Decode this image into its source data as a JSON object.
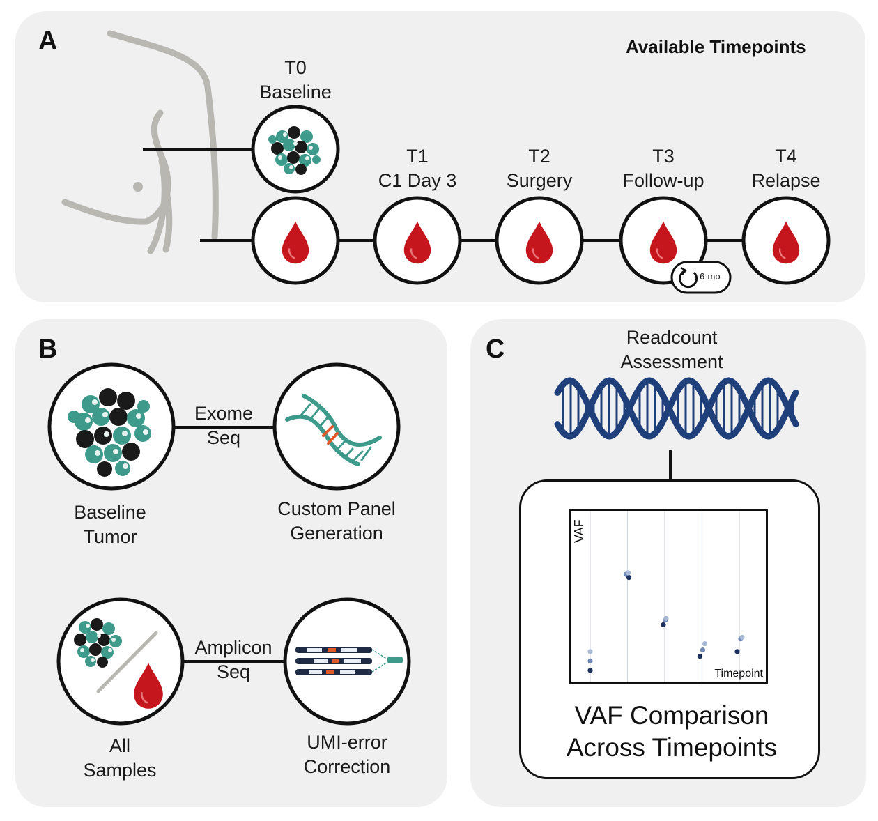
{
  "panel_a": {
    "letter": "A",
    "header": "Available Timepoints",
    "tissue_label": {
      "line1": "T0",
      "line2": "Baseline"
    },
    "timepoints": [
      {
        "id": "T1",
        "name": "C1 Day 3"
      },
      {
        "id": "T2",
        "name": "Surgery"
      },
      {
        "id": "T3",
        "name": "Follow-up"
      },
      {
        "id": "T4",
        "name": "Relapse"
      }
    ],
    "badge": "6-mo",
    "colors": {
      "blood": "#c4161c",
      "tumor_teal": "#3e9b8b",
      "body_outline": "#b9b7b2"
    }
  },
  "panel_b": {
    "letter": "B",
    "exome": {
      "line1": "Exome",
      "line2": "Seq"
    },
    "baseline_tumor": {
      "line1": "Baseline",
      "line2": "Tumor"
    },
    "custom_panel": {
      "line1": "Custom Panel",
      "line2": "Generation"
    },
    "amplicon": {
      "line1": "Amplicon",
      "line2": "Seq"
    },
    "all_samples": {
      "line1": "All",
      "line2": "Samples"
    },
    "umi": {
      "line1": "UMI-error",
      "line2": "Correction"
    }
  },
  "panel_c": {
    "letter": "C",
    "readcount": {
      "line1": "Readcount",
      "line2": "Assessment"
    },
    "ylabel": "VAF",
    "xlabel": "Timepoint",
    "title": {
      "line1": "VAF Comparison",
      "line2": "Across Timepoints"
    },
    "colors": {
      "dna": "#1f3f7a"
    }
  },
  "chart_data": {
    "type": "scatter",
    "xlabel": "Timepoint",
    "ylabel": "VAF",
    "categories": [
      "",
      "",
      "",
      "",
      ""
    ],
    "grid": "vertical",
    "series": [
      {
        "values": [
          0.04,
          0.63,
          0.33,
          0.13,
          0.16
        ]
      },
      {
        "values": [
          0.1,
          0.65,
          0.36,
          0.17,
          0.24
        ]
      },
      {
        "values": [
          0.16,
          0.66,
          0.37,
          0.21,
          0.25
        ]
      }
    ],
    "series_colors": [
      "#1b2f5c",
      "#6e87b4",
      "#a9bad6"
    ],
    "ylim": [
      0,
      1
    ]
  }
}
